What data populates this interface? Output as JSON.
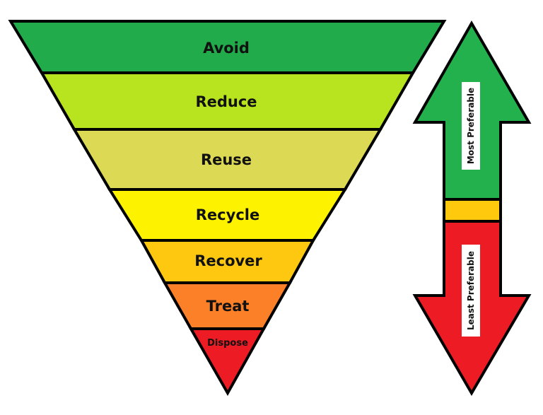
{
  "hierarchy": {
    "levels": [
      {
        "label": "Avoid",
        "color": "#22ab4a"
      },
      {
        "label": "Reduce",
        "color": "#b7e41f"
      },
      {
        "label": "Reuse",
        "color": "#dcd954"
      },
      {
        "label": "Recycle",
        "color": "#fdf200"
      },
      {
        "label": "Recover",
        "color": "#fdc80f"
      },
      {
        "label": "Treat",
        "color": "#fb8027"
      },
      {
        "label": "Dispose",
        "color": "#ed1c24"
      }
    ]
  },
  "preference_arrow": {
    "up_label": "Most Preferable",
    "down_label": "Least Preferable",
    "up_color": "#22b14c",
    "mid_color": "#ffc90e",
    "down_color": "#ed1c24"
  }
}
